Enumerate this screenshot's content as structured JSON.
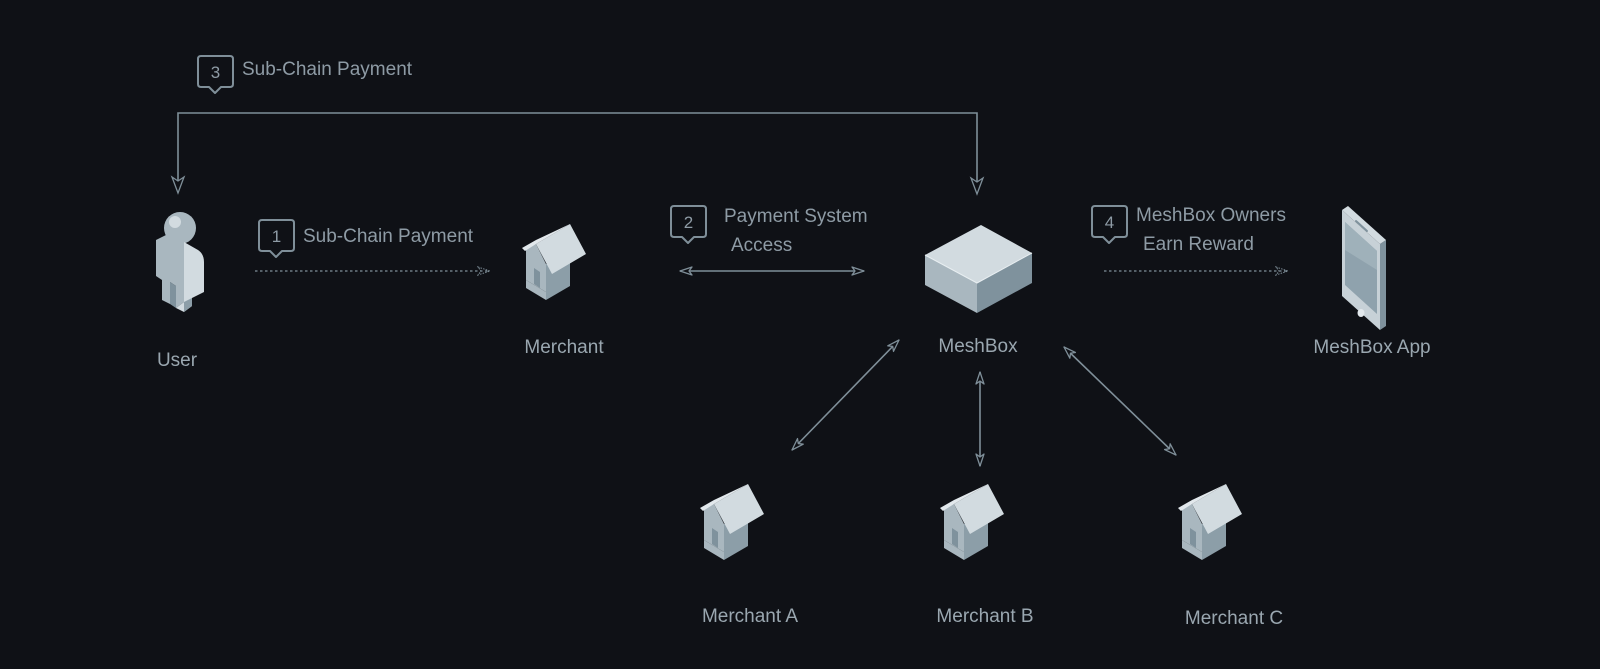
{
  "diagram": {
    "colors": {
      "background": "#0f1116",
      "line": "#7f8f99",
      "text": "#8e9ba5",
      "icon_light": "#d2dbe0",
      "icon_mid": "#a9b7bf",
      "icon_dark": "#7f929d"
    },
    "nodes": {
      "user": {
        "label": "User",
        "icon": "person-icon"
      },
      "merchant": {
        "label": "Merchant",
        "icon": "house-icon"
      },
      "meshbox": {
        "label": "MeshBox",
        "icon": "box-icon"
      },
      "meshbox_app": {
        "label": "MeshBox App",
        "icon": "smartphone-icon"
      },
      "merchant_a": {
        "label": "Merchant A",
        "icon": "house-icon"
      },
      "merchant_b": {
        "label": "Merchant B",
        "icon": "house-icon"
      },
      "merchant_c": {
        "label": "Merchant C",
        "icon": "house-icon"
      }
    },
    "steps": [
      {
        "number": "1",
        "lines": [
          "Sub-Chain Payment"
        ],
        "from": "User",
        "to": "Merchant",
        "style": "dashed",
        "direction": "one-way"
      },
      {
        "number": "2",
        "lines": [
          "Payment System",
          "Access"
        ],
        "from": "Merchant",
        "to": "MeshBox",
        "style": "solid",
        "direction": "two-way"
      },
      {
        "number": "3",
        "lines": [
          "Sub-Chain Payment"
        ],
        "from": "MeshBox",
        "to": "User",
        "style": "solid",
        "direction": "both-down"
      },
      {
        "number": "4",
        "lines": [
          "MeshBox Owners",
          "Earn Reward"
        ],
        "from": "MeshBox",
        "to": "MeshBox App",
        "style": "dashed",
        "direction": "one-way"
      }
    ],
    "links": [
      {
        "from": "MeshBox",
        "to": "Merchant A",
        "direction": "two-way"
      },
      {
        "from": "MeshBox",
        "to": "Merchant B",
        "direction": "two-way"
      },
      {
        "from": "MeshBox",
        "to": "Merchant C",
        "direction": "two-way"
      }
    ]
  }
}
